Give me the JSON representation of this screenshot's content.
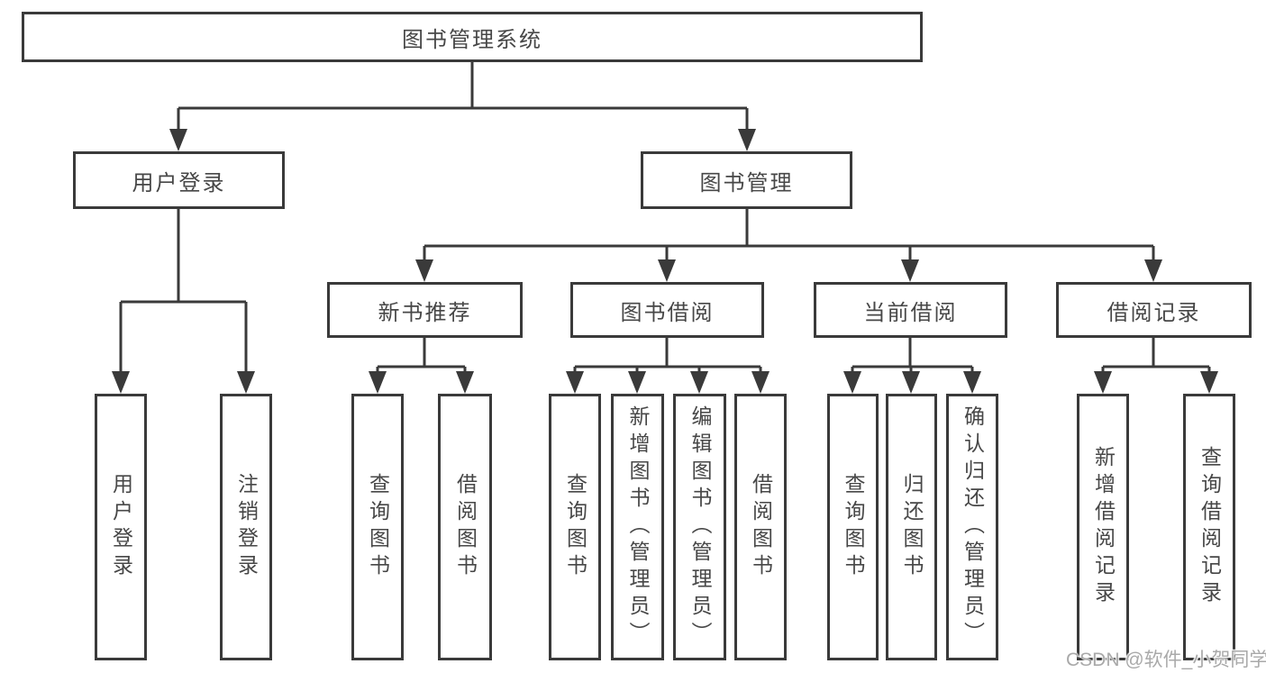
{
  "nodes": {
    "root": "图书管理系统",
    "user_login": "用户登录",
    "book_management": "图书管理",
    "new_book_recommend": "新书推荐",
    "book_borrow": "图书借阅",
    "current_borrow": "当前借阅",
    "borrow_records": "借阅记录",
    "leaves": {
      "user_login_group": [
        "用户登录",
        "注销登录"
      ],
      "new_book_group": [
        "查询图书",
        "借阅图书"
      ],
      "book_borrow_group": [
        "查询图书",
        "新增图书（管理员）",
        "编辑图书（管理员）",
        "借阅图书"
      ],
      "current_borrow_group": [
        "查询图书",
        "归还图书",
        "确认归还（管理员）"
      ],
      "borrow_records_group": [
        "新增借阅记录",
        "查询借阅记录"
      ]
    }
  },
  "watermark": "CSDN @软件_小贺同学",
  "colors": {
    "line": "#3a3a3a",
    "border": "#3a3a3a",
    "text": "#474747",
    "background": "#ffffff",
    "watermark": "#a9a9a9"
  }
}
